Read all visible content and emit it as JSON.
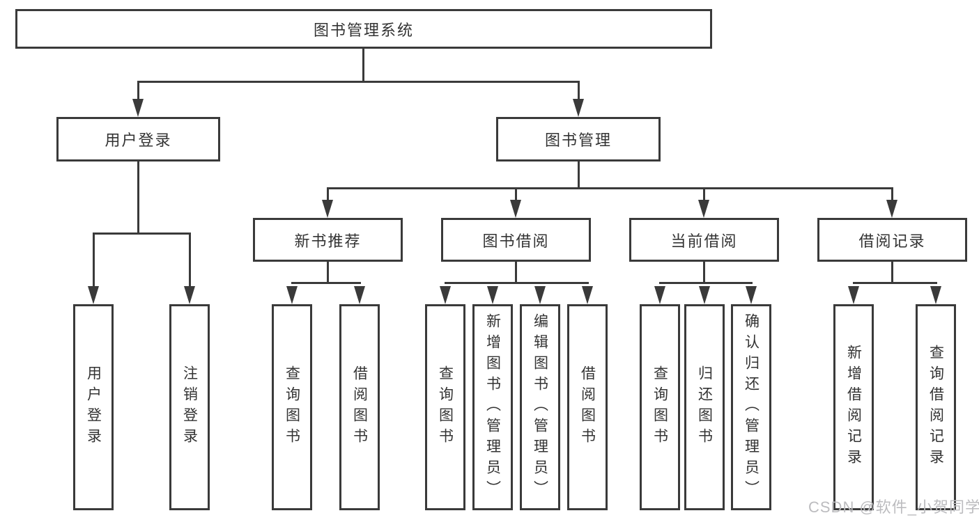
{
  "diagram": {
    "root": {
      "label": "图书管理系统"
    },
    "level2": [
      {
        "label": "用户登录"
      },
      {
        "label": "图书管理"
      }
    ],
    "level3": [
      {
        "label": "新书推荐"
      },
      {
        "label": "图书借阅"
      },
      {
        "label": "当前借阅"
      },
      {
        "label": "借阅记录"
      }
    ],
    "leaves": {
      "user_login": [
        {
          "label": "用户登录"
        },
        {
          "label": "注销登录"
        }
      ],
      "new_book_recommend": [
        {
          "label": "查询图书"
        },
        {
          "label": "借阅图书"
        }
      ],
      "book_borrow": [
        {
          "label": "查询图书"
        },
        {
          "label": "新增图书（管理员）"
        },
        {
          "label": "编辑图书（管理员）"
        },
        {
          "label": "借阅图书"
        }
      ],
      "current_borrow": [
        {
          "label": "查询图书"
        },
        {
          "label": "归还图书"
        },
        {
          "label": "确认归还（管理员）"
        }
      ],
      "borrow_records": [
        {
          "label": "新增借阅记录"
        },
        {
          "label": "查询借阅记录"
        }
      ]
    },
    "watermark": "CSDN @软件_小贺同学",
    "colors": {
      "line": "#3a3a3a",
      "text": "#333333",
      "background": "#ffffff",
      "watermark": "#bcbcbf"
    }
  }
}
